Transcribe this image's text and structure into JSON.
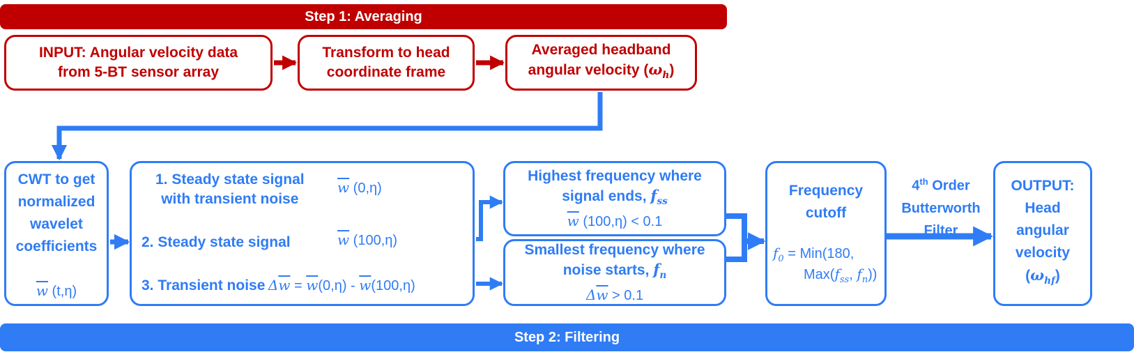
{
  "step1": {
    "label": "Step 1: Averaging"
  },
  "step2": {
    "label": "Step 2: Filtering"
  },
  "input_box": {
    "line1": "INPUT: Angular velocity data",
    "line2": "from 5-BT sensor array"
  },
  "transform_box": {
    "line1": "Transform to head",
    "line2": "coordinate frame"
  },
  "averaged_box": {
    "line1": "Averaged headband",
    "line2": "angular velocity (",
    "symbol": "ω",
    "sub": "h",
    "close": ")"
  },
  "cwt_box": {
    "lines": [
      "CWT to get",
      "normalized",
      "wavelet",
      "coefficients"
    ],
    "formula": "w (t,η)",
    "formula_w": "w",
    "formula_args": " (t,η)"
  },
  "signals_box": {
    "item1_line1": "1. Steady state signal",
    "item1_line2": "with transient noise",
    "item1_w": "w",
    "item1_args": " (0,η)",
    "item2_label": "2. Steady state signal",
    "item2_w": "w",
    "item2_args": " (100,η)",
    "item3_label": "3. Transient noise",
    "item3_delta": "Δ",
    "item3_w": "w",
    "item3_eq": " = ",
    "item3_w1": "w",
    "item3_a1": "(0,η) - ",
    "item3_w2": "w",
    "item3_a2": "(100,η)"
  },
  "highest_box": {
    "line1": "Highest frequency where",
    "line2": "signal ends, ",
    "f": "f",
    "sub": "ss",
    "w": "w",
    "cond": " (100,η) < 0.1"
  },
  "smallest_box": {
    "line1": "Smallest frequency where",
    "line2": "noise starts, ",
    "f": "f",
    "sub": "n",
    "delta": "Δ",
    "w": "w",
    "cond": " > 0.1"
  },
  "cutoff_box": {
    "line1": "Frequency",
    "line2": "cutoff",
    "f0": "f",
    "f0_sub": "0",
    "eq": " = Min(180,",
    "max": "Max(",
    "fss": "f",
    "fss_sub": "ss",
    "comma": ", ",
    "fn": "f",
    "fn_sub": "n",
    "end": "))"
  },
  "filter_label": {
    "pre": "4",
    "sup": "th",
    "post": " Order",
    "line2": "Butterworth",
    "line3": "Filter"
  },
  "output_box": {
    "line1": "OUTPUT:",
    "line2": "Head",
    "line3": "angular",
    "line4": "velocity",
    "open": "(",
    "symbol": "ω",
    "sub": "hf",
    "close": ")"
  },
  "colors": {
    "red": "#c00000",
    "blue": "#2f7cf5"
  }
}
